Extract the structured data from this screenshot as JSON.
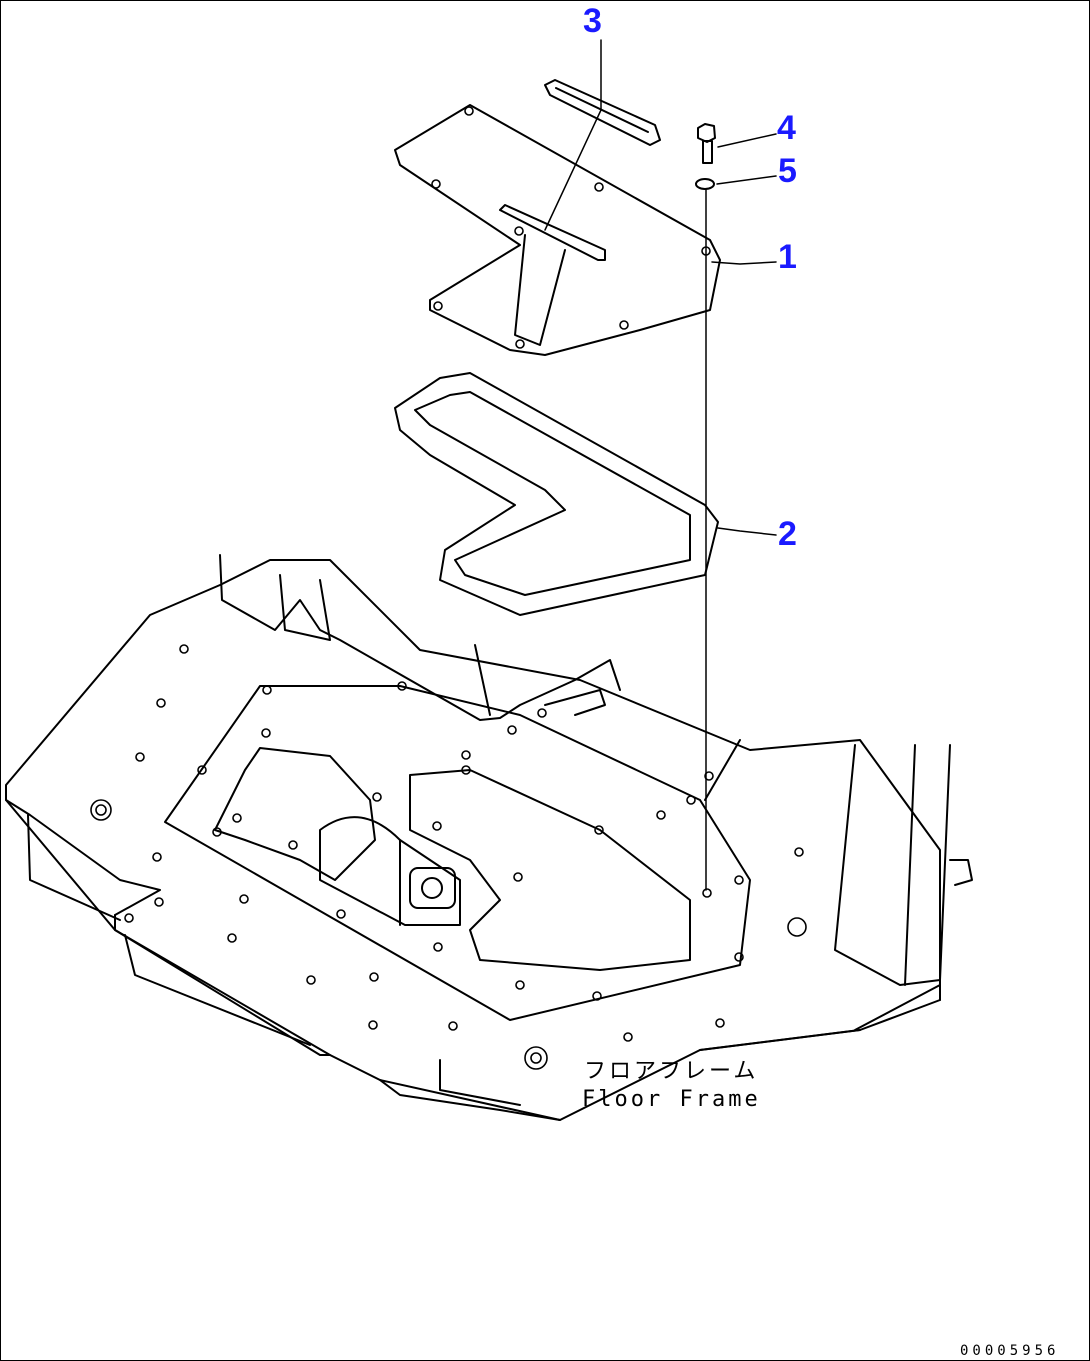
{
  "diagram": {
    "callouts": [
      {
        "id": "1",
        "label": "1"
      },
      {
        "id": "2",
        "label": "2"
      },
      {
        "id": "3",
        "label": "3"
      },
      {
        "id": "4",
        "label": "4"
      },
      {
        "id": "5",
        "label": "5"
      }
    ],
    "caption_jp": "フロアフレーム",
    "caption_en": "Floor Frame",
    "document_number": "00005956",
    "colors": {
      "callout": "#1a1aff",
      "line": "#000000",
      "background": "#ffffff"
    }
  }
}
